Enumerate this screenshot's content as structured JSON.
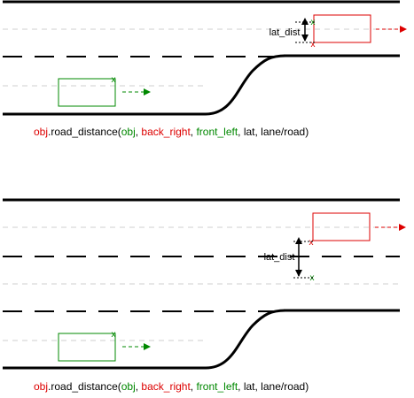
{
  "colors": {
    "road_line": "#000000",
    "lane_guide": "#cfcfcf",
    "red": "#dd0000",
    "green": "#008800",
    "label_text": "#000000"
  },
  "diagram_top": {
    "lat_label": "lat_dist",
    "caption": {
      "obj": "obj",
      "func": ".road_distance(",
      "arg_obj": "obj",
      "sep1": ", ",
      "arg_back": "back_right",
      "sep2": ", ",
      "arg_front": "front_left",
      "rest": ", lat, lane/road)"
    }
  },
  "diagram_bottom": {
    "lat_label": "lat_dist",
    "caption": {
      "obj": "obj",
      "func": ".road_distance(",
      "arg_obj": "obj",
      "sep1": ", ",
      "arg_back": "back_right",
      "sep2": ", ",
      "arg_front": "front_left",
      "rest": ", lat, lane/road)"
    }
  },
  "icons": {
    "marker": "x-marker-icon",
    "arrow": "arrowhead-icon"
  }
}
